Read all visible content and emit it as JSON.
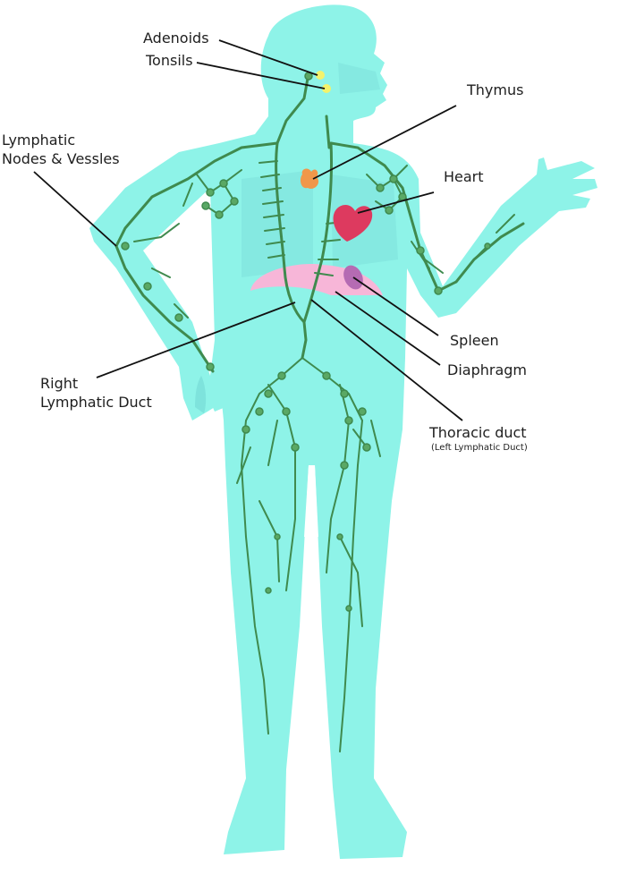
{
  "diagram": {
    "subject": "Human lymphatic system",
    "colors": {
      "body": "#8ef3e8",
      "body_shade": "#7ee3dc",
      "lymph_vessel": "#3f8a4e",
      "node": "#5aa865",
      "adenoid_tonsil": "#f3f26b",
      "thymus": "#f0974a",
      "heart": "#dd3a5f",
      "spleen": "#b56bb3",
      "diaphragm": "#f7b6d8",
      "leader_line": "#111111",
      "text": "#1e1e1e"
    },
    "labels": {
      "adenoids": "Adenoids",
      "tonsils": "Tonsils",
      "thymus": "Thymus",
      "lymphatic_line1": "Lymphatic",
      "lymphatic_line2": "Nodes & Vessles",
      "heart": "Heart",
      "spleen": "Spleen",
      "diaphragm": "Diaphragm",
      "right_duct_line1": "Right",
      "right_duct_line2": "Lymphatic Duct",
      "thoracic_duct": "Thoracic duct",
      "thoracic_duct_sub": "(Left Lymphatic Duct)"
    }
  }
}
